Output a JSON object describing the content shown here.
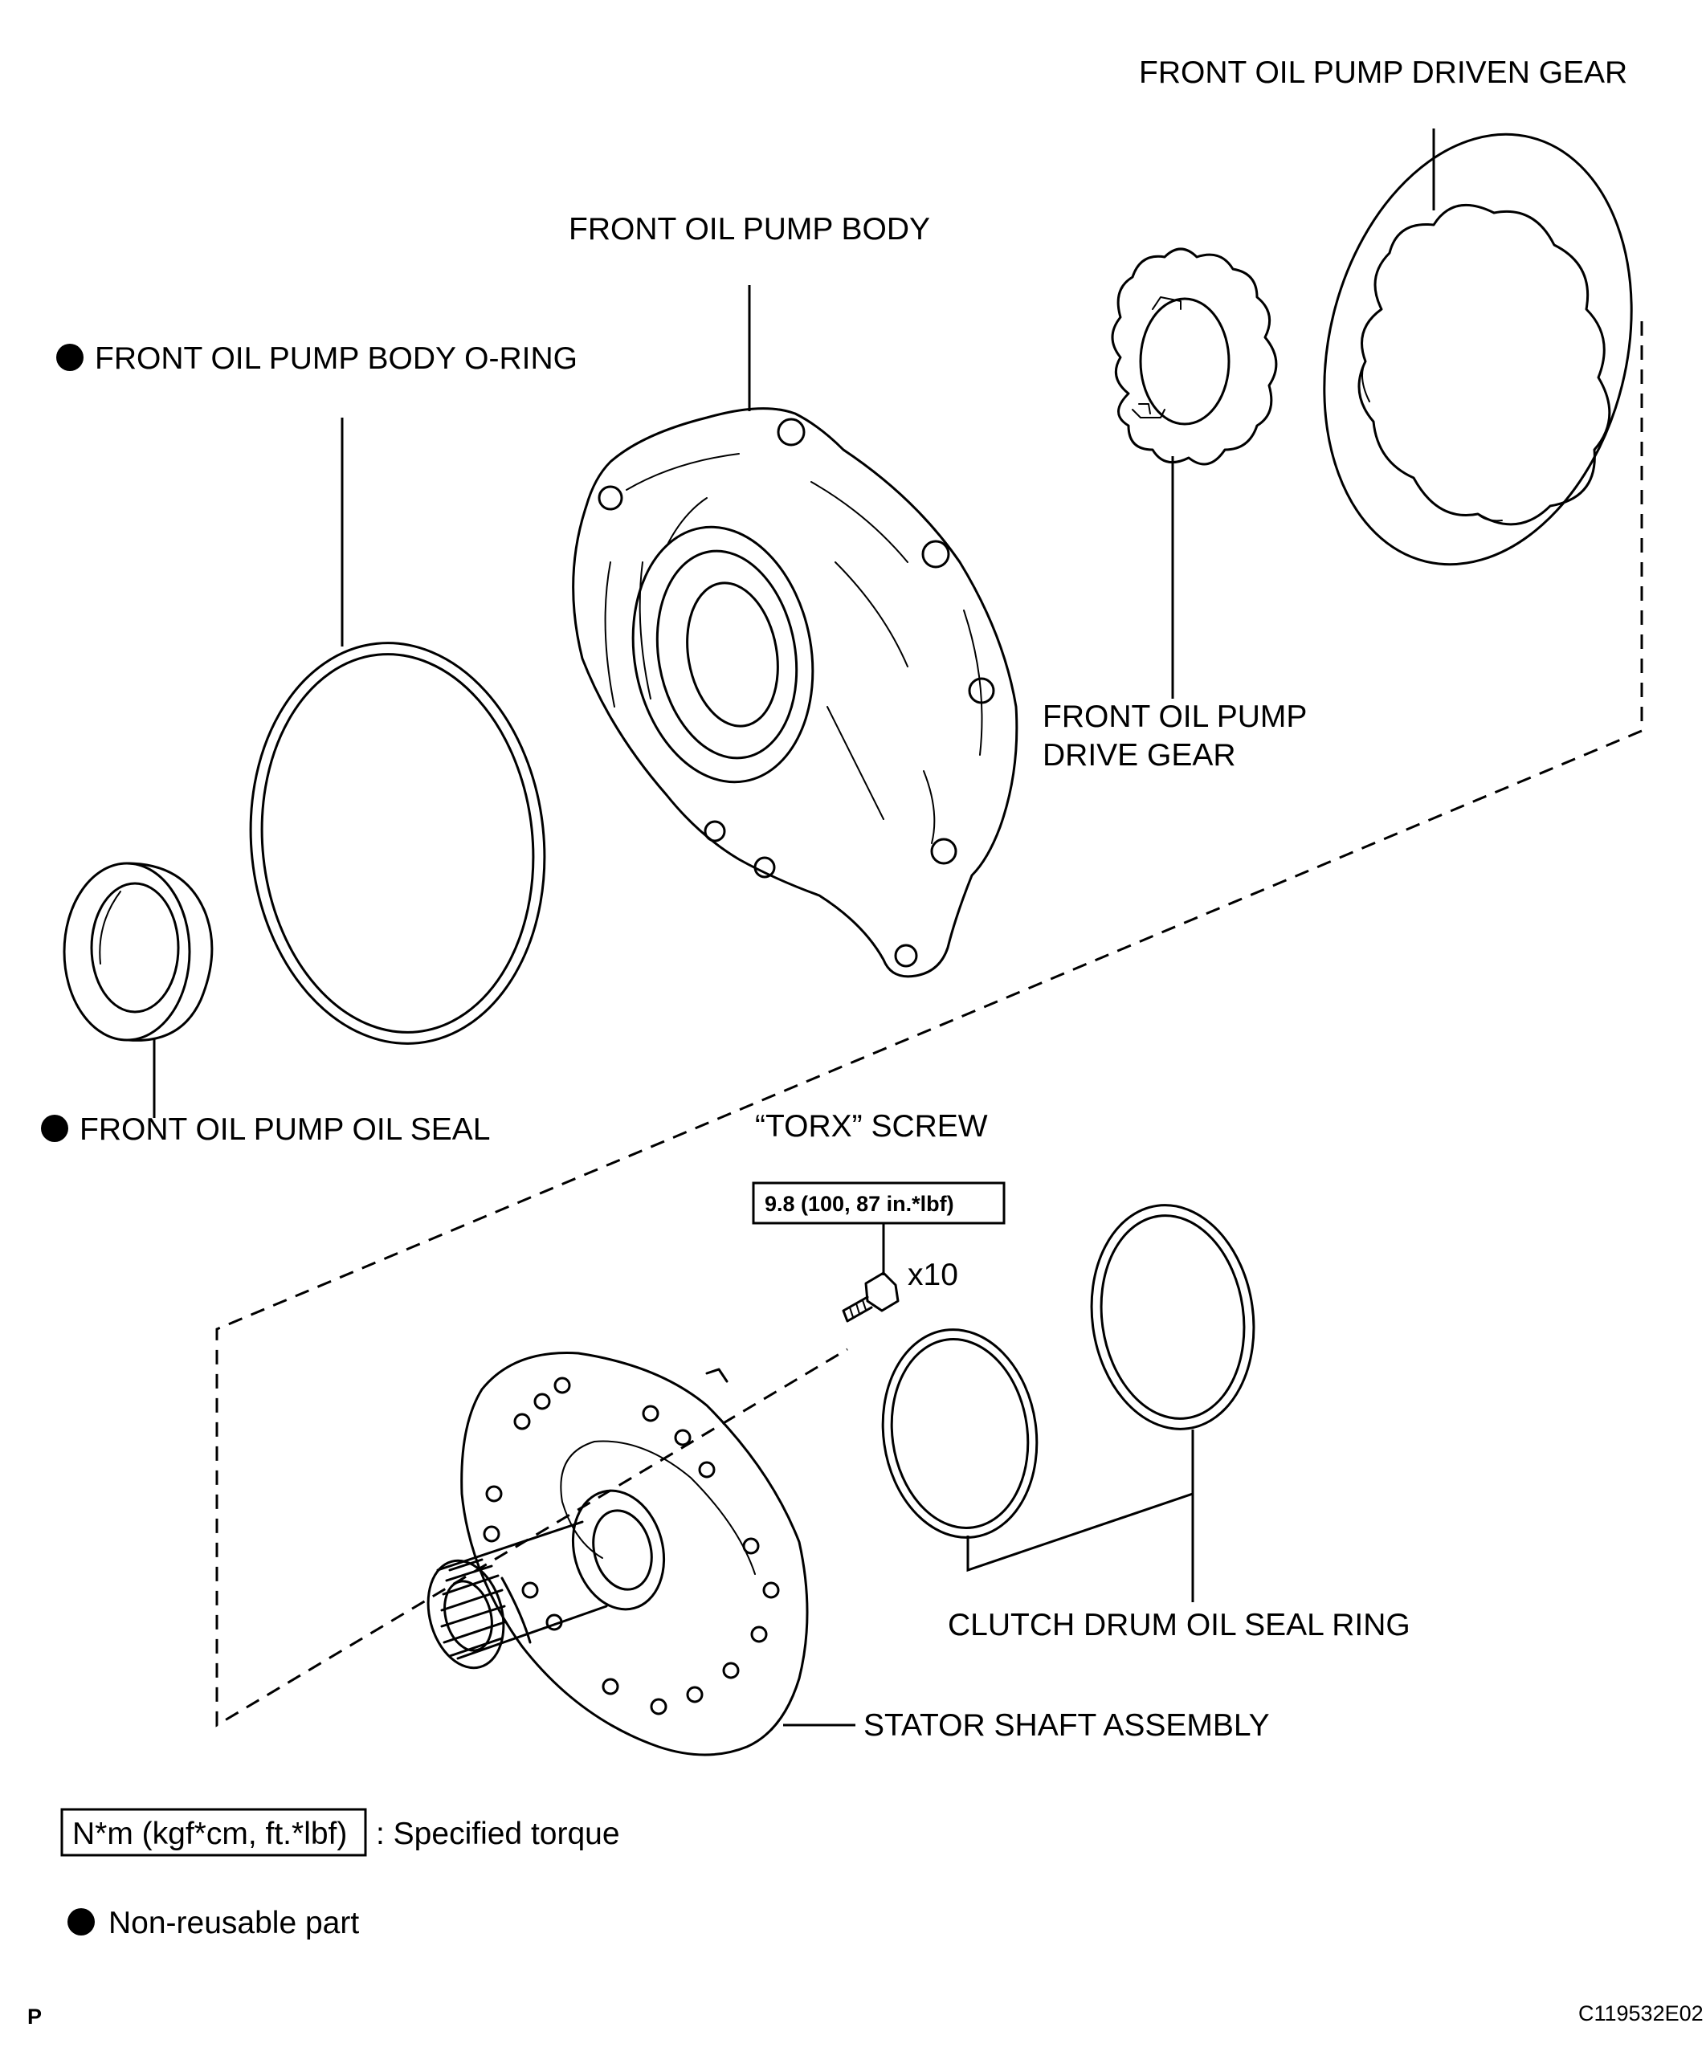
{
  "labels": {
    "driven_gear": "FRONT OIL PUMP DRIVEN GEAR",
    "pump_body": "FRONT OIL PUMP BODY",
    "o_ring": "FRONT OIL PUMP BODY O-RING",
    "drive_gear_line1": "FRONT OIL PUMP",
    "drive_gear_line2": "DRIVE GEAR",
    "oil_seal": "FRONT OIL PUMP OIL SEAL",
    "torx_screw": "“TORX” SCREW",
    "torque_value": "9.8 (100, 87 in.*lbf)",
    "screw_qty": "x10",
    "seal_ring": "CLUTCH DRUM OIL SEAL RING",
    "stator_shaft": "STATOR SHAFT ASSEMBLY"
  },
  "legend": {
    "torque_units": "N*m (kgf*cm, ft.*lbf)",
    "torque_desc": ": Specified torque",
    "non_reusable": "Non-reusable part"
  },
  "footer": {
    "left_code": "P",
    "figure_id": "C119532E02"
  }
}
